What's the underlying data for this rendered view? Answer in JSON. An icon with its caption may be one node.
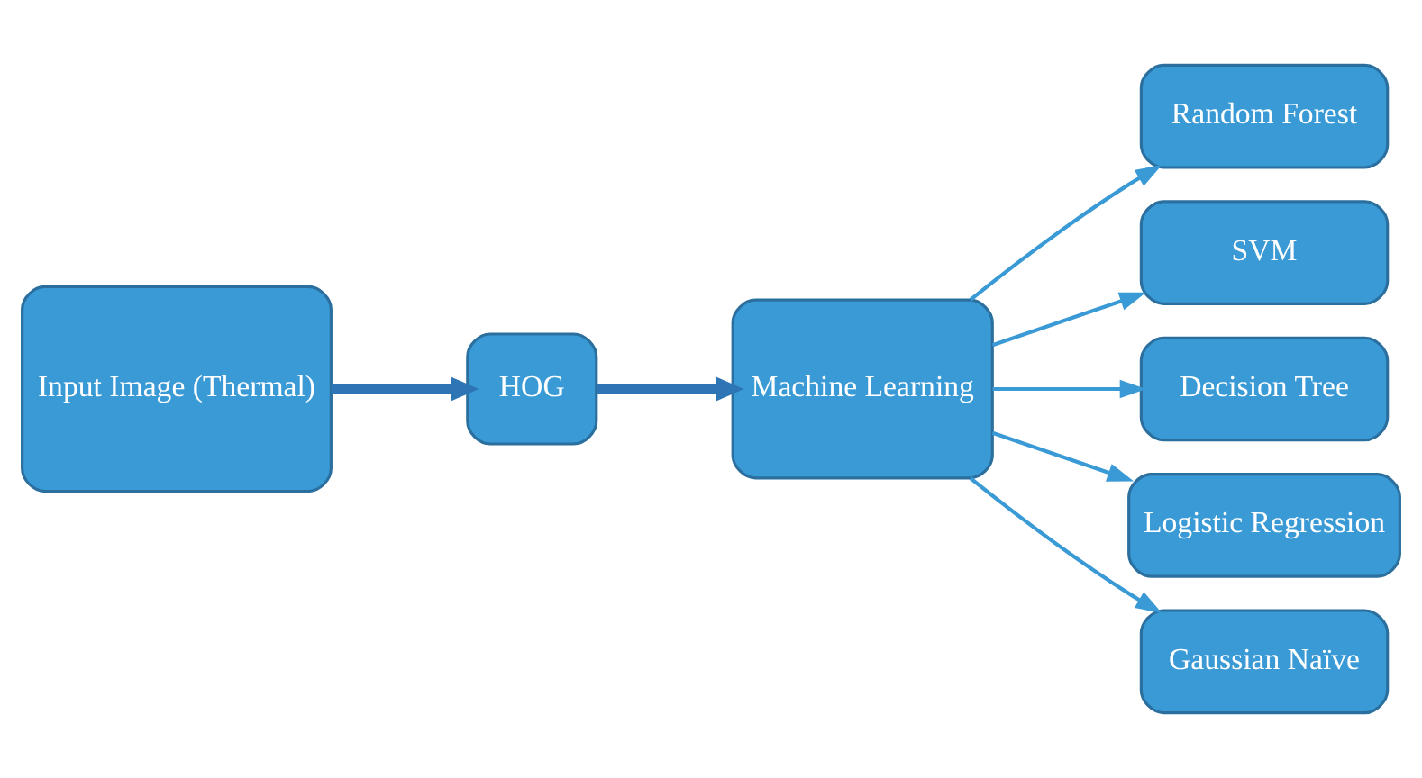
{
  "diagram": {
    "nodes": [
      {
        "text": [
          "Input Image (Thermal)"
        ]
      },
      {
        "text": [
          "HOG"
        ]
      },
      {
        "text": [
          "Machine Learning"
        ]
      },
      {
        "text": [
          "Random Forest"
        ]
      },
      {
        "text": [
          "SVM"
        ]
      },
      {
        "text": [
          "Decision Tree"
        ]
      },
      {
        "text": [
          "Logistic Regression"
        ]
      },
      {
        "text": [
          "Gaussian Naïve"
        ]
      }
    ],
    "edges": [
      {
        "from": 0,
        "to": 1,
        "arrow": "to",
        "style": "thick",
        "color": "#2e75b6"
      },
      {
        "from": 1,
        "to": 2,
        "arrow": "to",
        "style": "thick",
        "color": "#2e75b6"
      },
      {
        "from": 2,
        "to": 3,
        "arrow": "to"
      },
      {
        "from": 2,
        "to": 4,
        "arrow": "to"
      },
      {
        "from": 2,
        "to": 5,
        "arrow": "to"
      },
      {
        "from": 2,
        "to": 6,
        "arrow": "to"
      },
      {
        "from": 2,
        "to": 7,
        "arrow": "to"
      }
    ]
  }
}
